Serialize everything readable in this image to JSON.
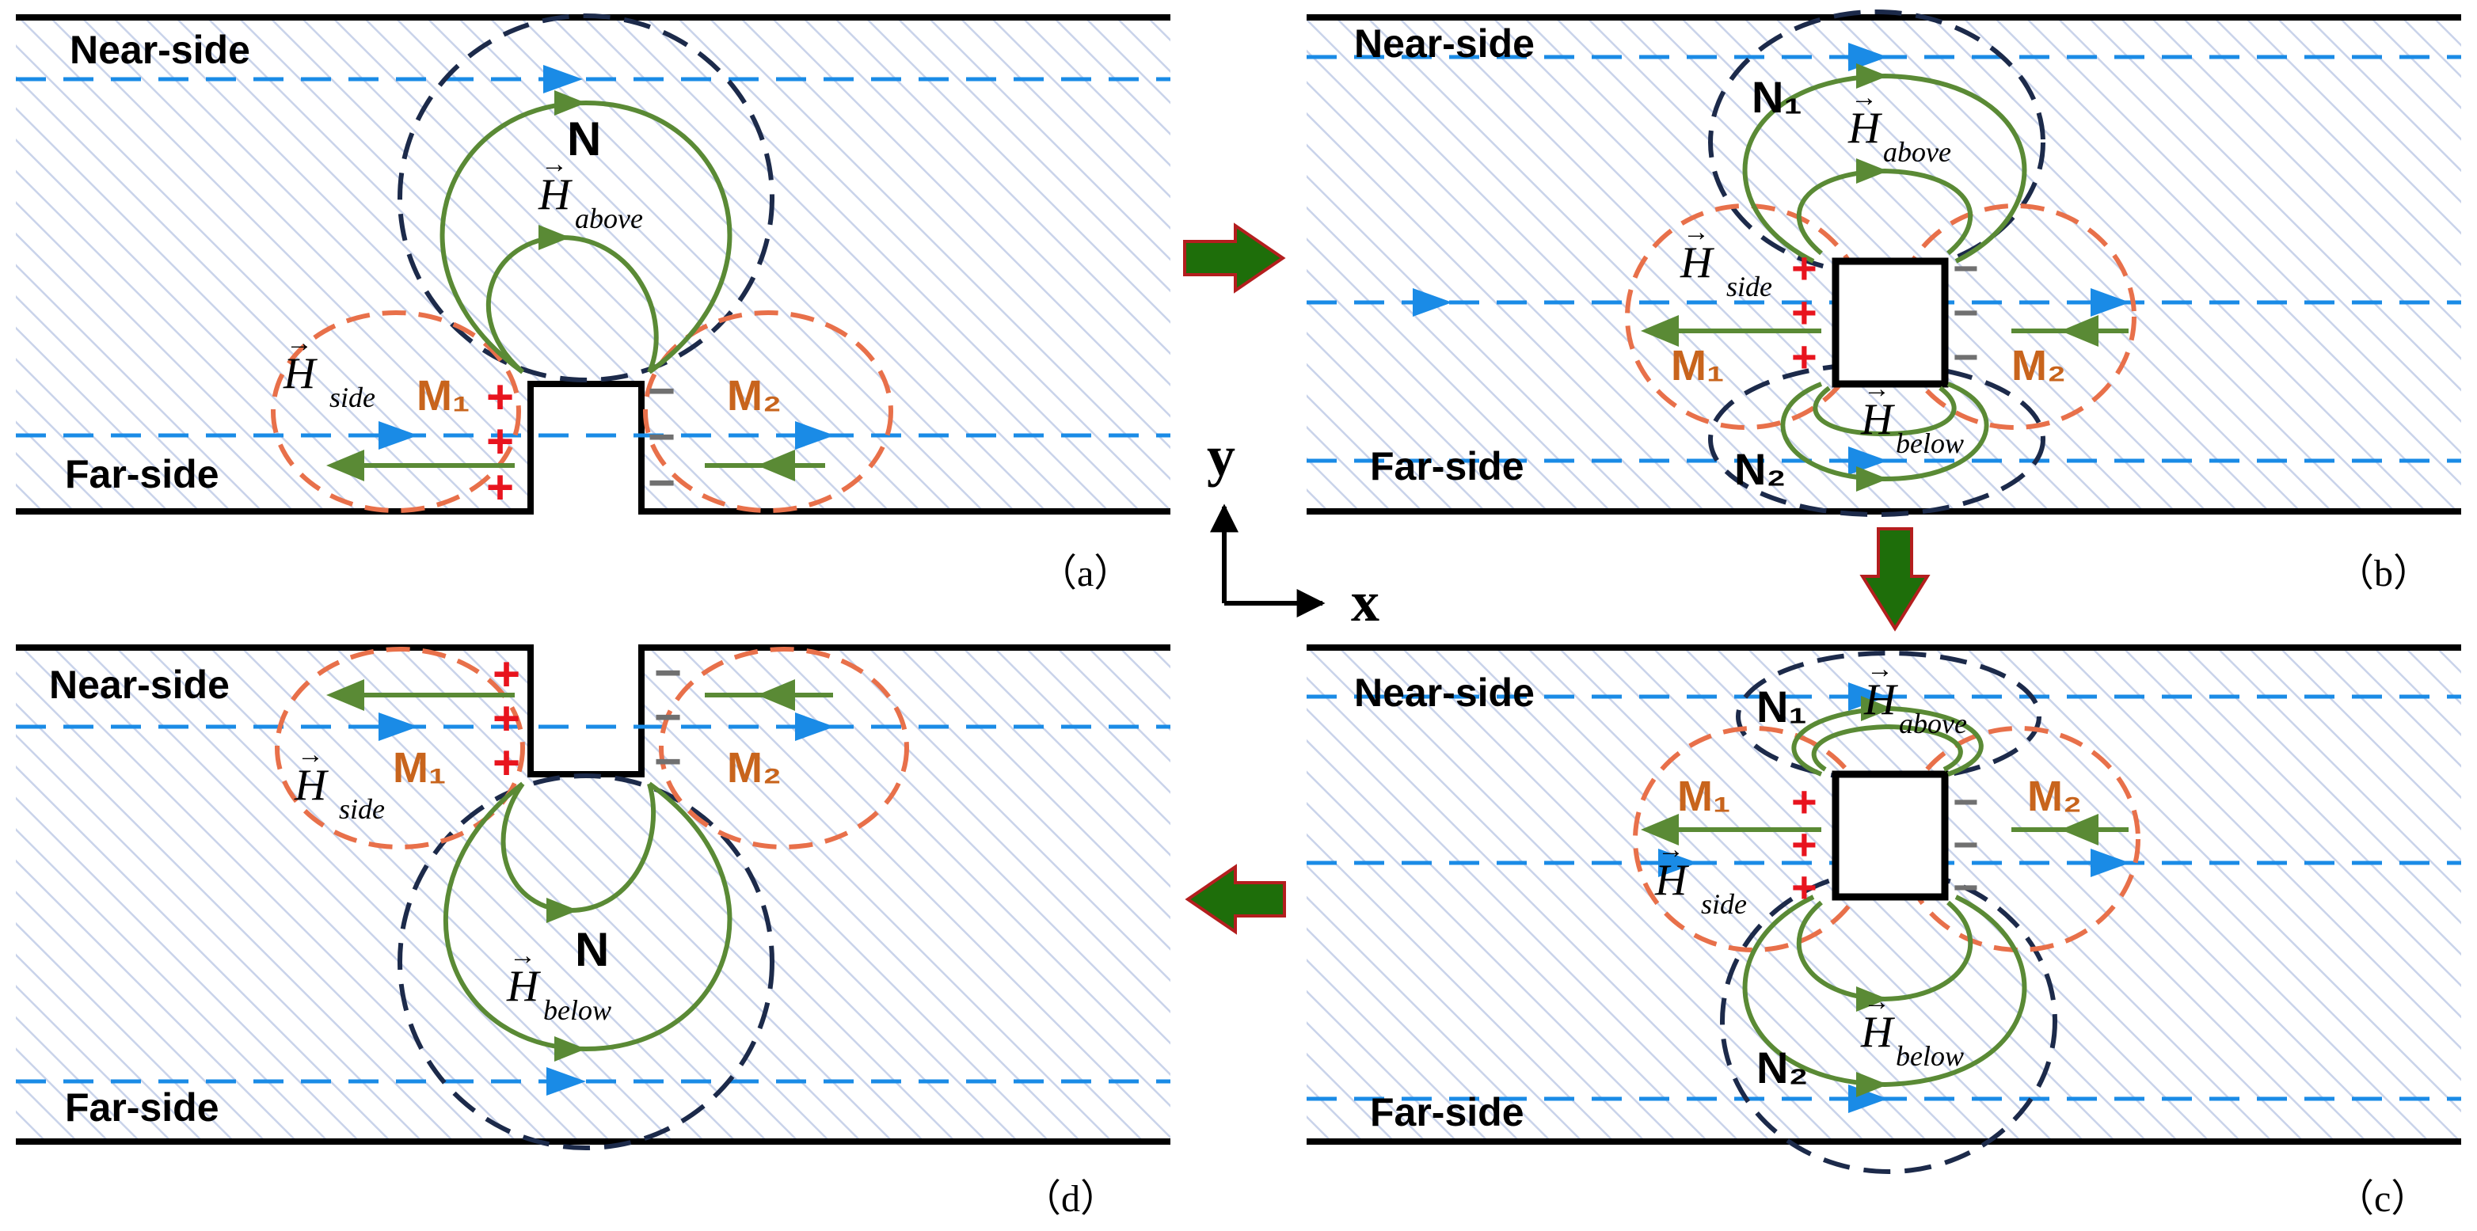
{
  "colors": {
    "plate_line": "#000000",
    "hatch": "#c9d3ea",
    "dashed_field": "#1a8be6",
    "flow_arrow": "#1a8be6",
    "loop": "#5a8a35",
    "n_ellipse": "#1c2a4a",
    "m_ellipse": "#e8704a",
    "m_label": "#c8641c",
    "plus": "#e8141e",
    "minus": "#707070",
    "transition_arrow_fill": "#1e6e0a",
    "transition_arrow_stroke": "#b41e1e"
  },
  "labels": {
    "near_side": "Near-side",
    "far_side": "Far-side",
    "n": "N",
    "n1": "N₁",
    "n2": "N₂",
    "m1": "M₁",
    "m2": "M₂",
    "h": "H",
    "above": "above",
    "below": "below",
    "side": "side",
    "plus": "+",
    "minus": "−"
  },
  "axes": {
    "x": "x",
    "y": "y"
  },
  "captions": {
    "a": "（a）",
    "b": "（b）",
    "c": "（c）",
    "d": "（d）"
  },
  "icons": {
    "transition": "block-arrow-icon",
    "field": "dashed-arrow-icon"
  }
}
